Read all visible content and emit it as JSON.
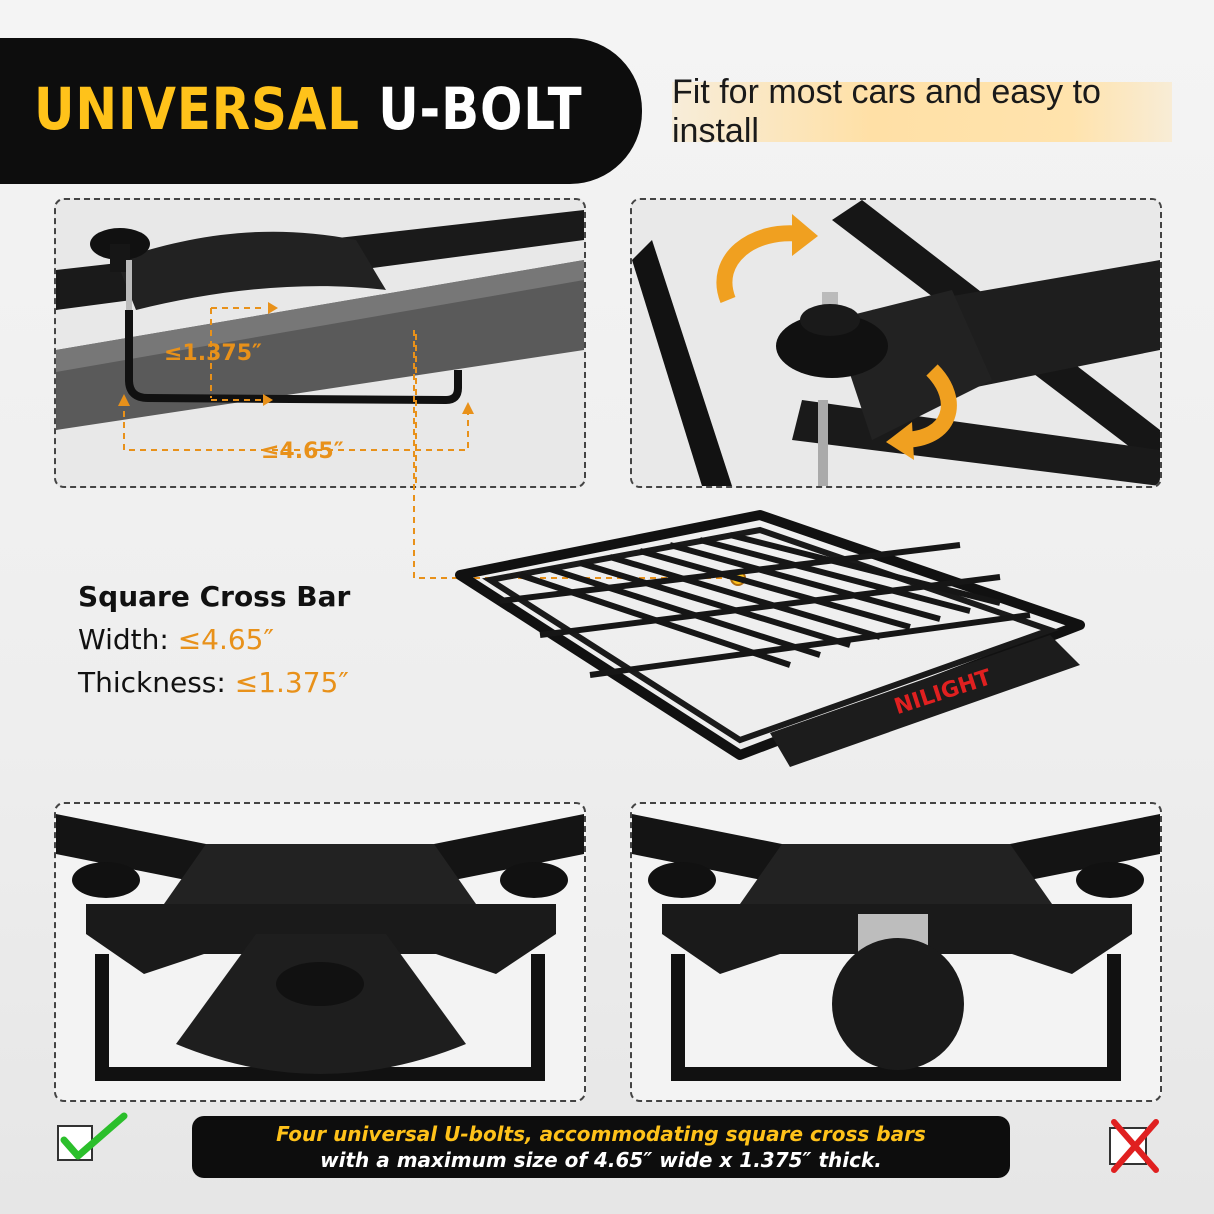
{
  "header": {
    "title_accent": "UNIVERSAL",
    "title_main": "U-BOLT",
    "tagline": "Fit for most cars and easy to install"
  },
  "diagram": {
    "thickness_label": "≤1.375″",
    "width_label": "≤4.65″"
  },
  "product": {
    "brand_logo_text": "NILIGHT"
  },
  "spec": {
    "heading": "Square Cross Bar",
    "width_label": "Width:",
    "width_value": "≤4.65″",
    "thickness_label": "Thickness:",
    "thickness_value": "≤1.375″"
  },
  "banner": {
    "line1": "Four universal U-bolts, accommodating square cross bars",
    "line2": "with a maximum size of 4.65″ wide x 1.375″ thick."
  },
  "icons": {
    "compatible": "check-icon",
    "incompatible": "cross-icon"
  },
  "colors": {
    "accent_yellow": "#ffc21a",
    "accent_orange": "#e8911a",
    "banner_bg": "#0d0d0d",
    "tagline_bg": "#ffe0a6",
    "check_green": "#2bbf2b",
    "cross_red": "#e02020"
  }
}
